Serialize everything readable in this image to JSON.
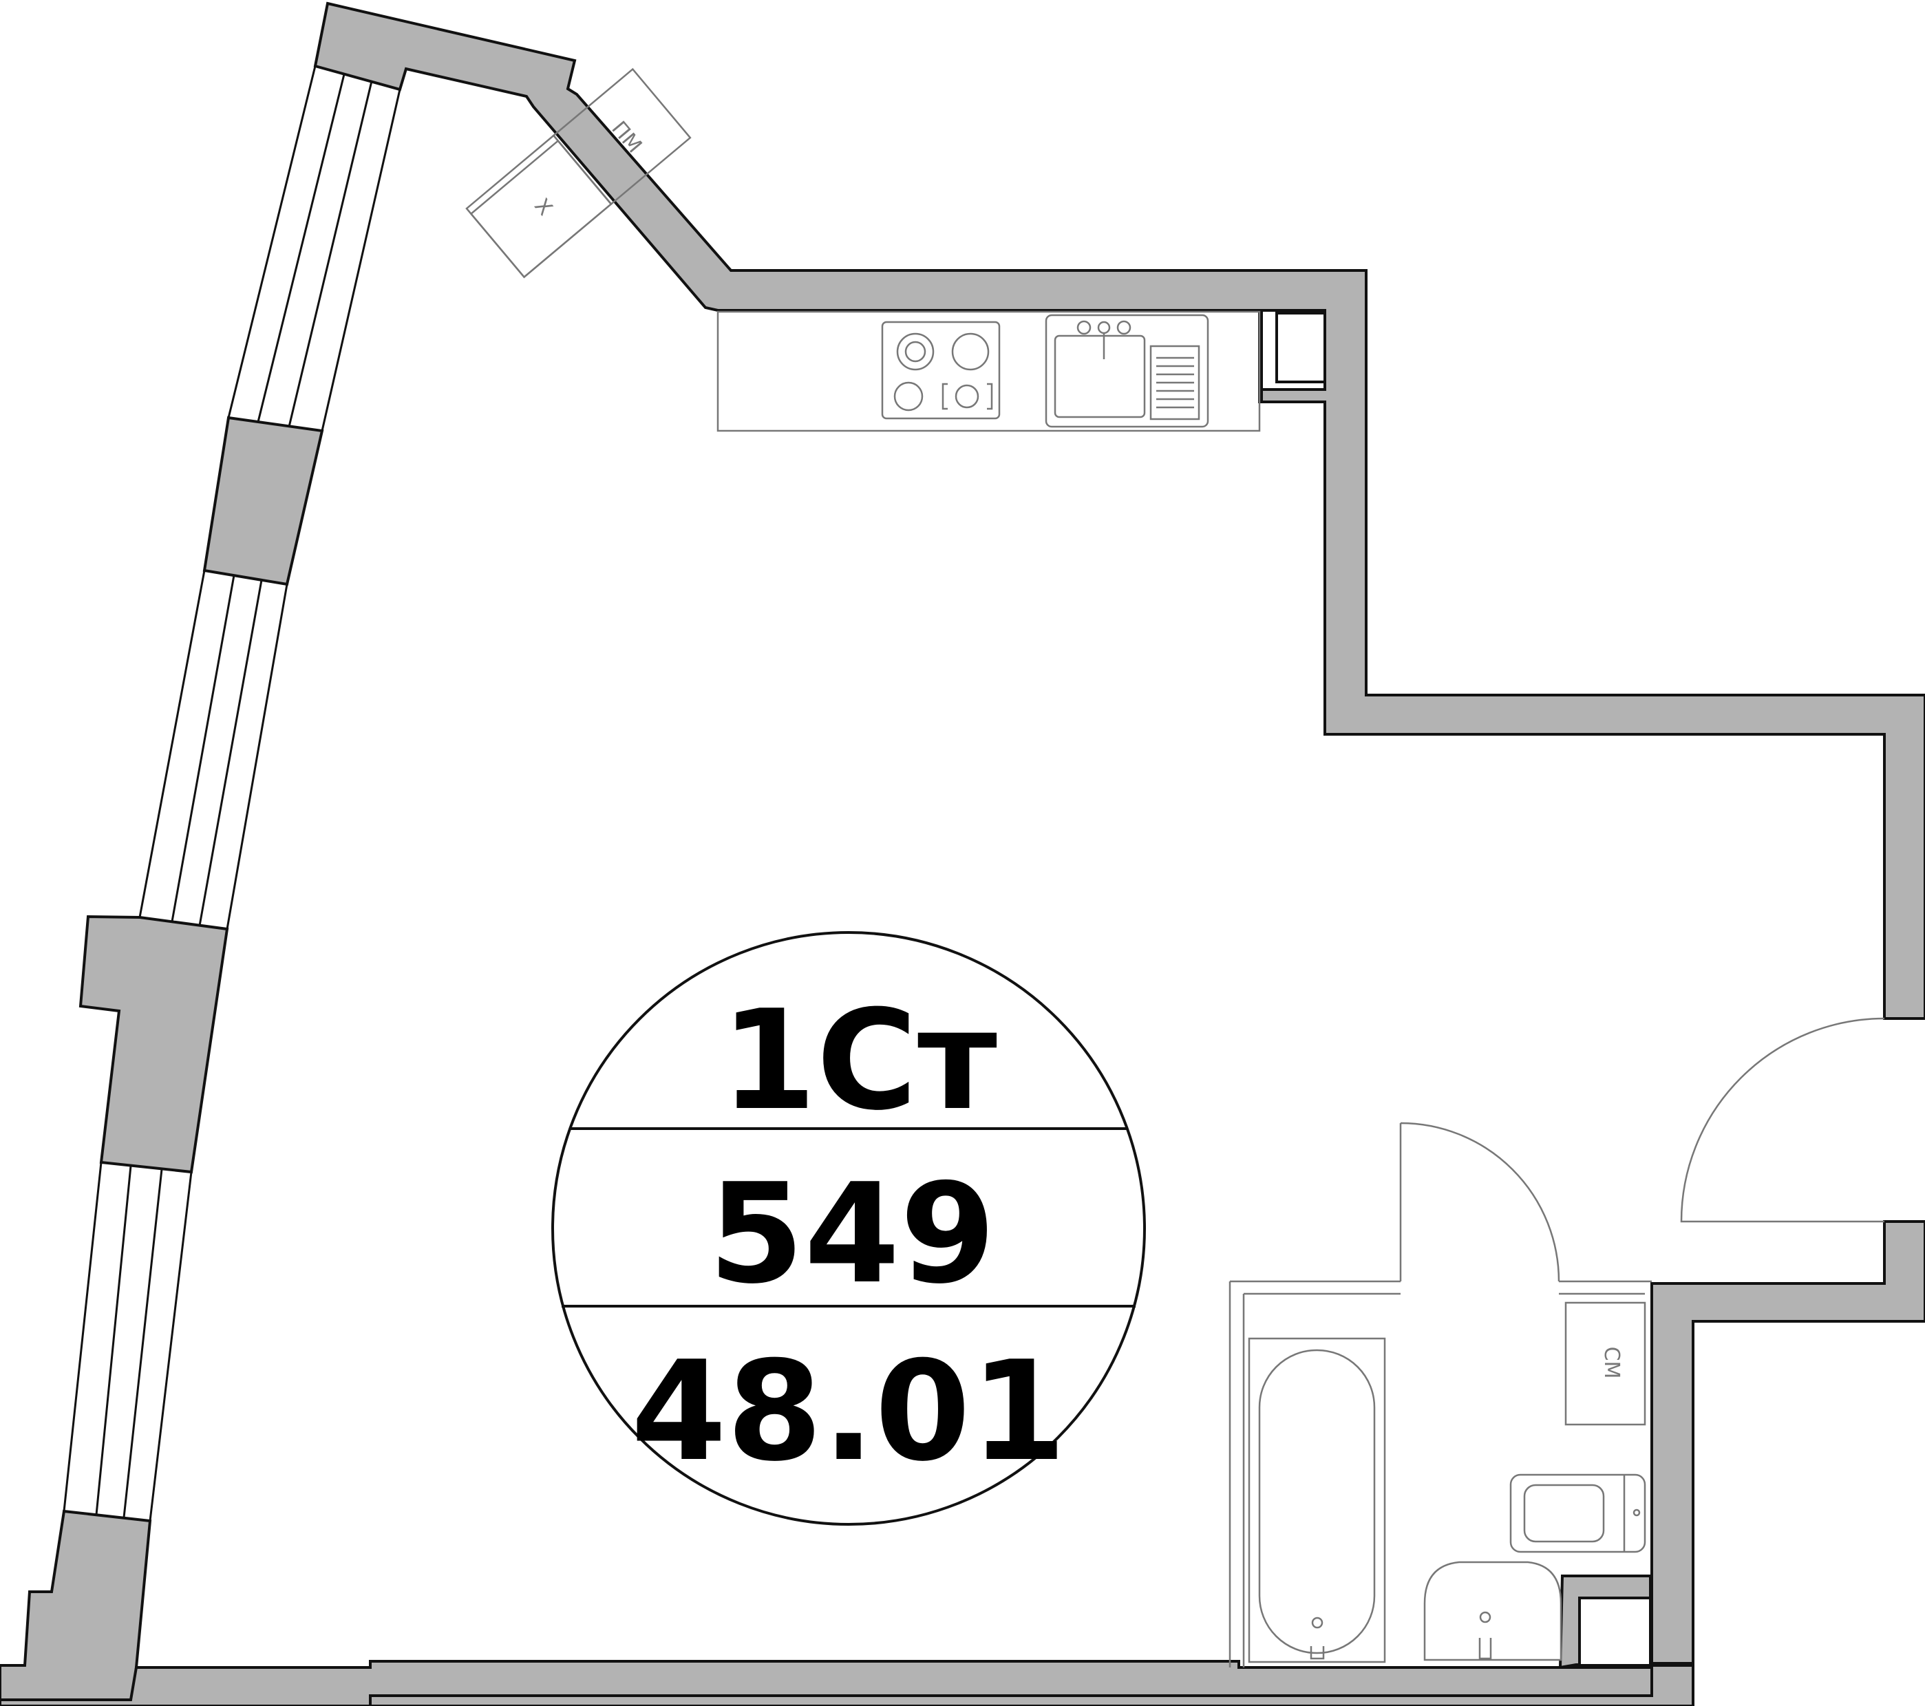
{
  "colors": {
    "wall_fill": "#b3b3b3",
    "line": "#111111",
    "fixture": "#777777",
    "text": "#000000"
  },
  "appliance_labels": {
    "fridge": "Х",
    "dishwasher": "ПМ",
    "washing_machine": "СМ"
  },
  "badge": {
    "type": "1Ст",
    "number": "549",
    "area": "48.01"
  }
}
